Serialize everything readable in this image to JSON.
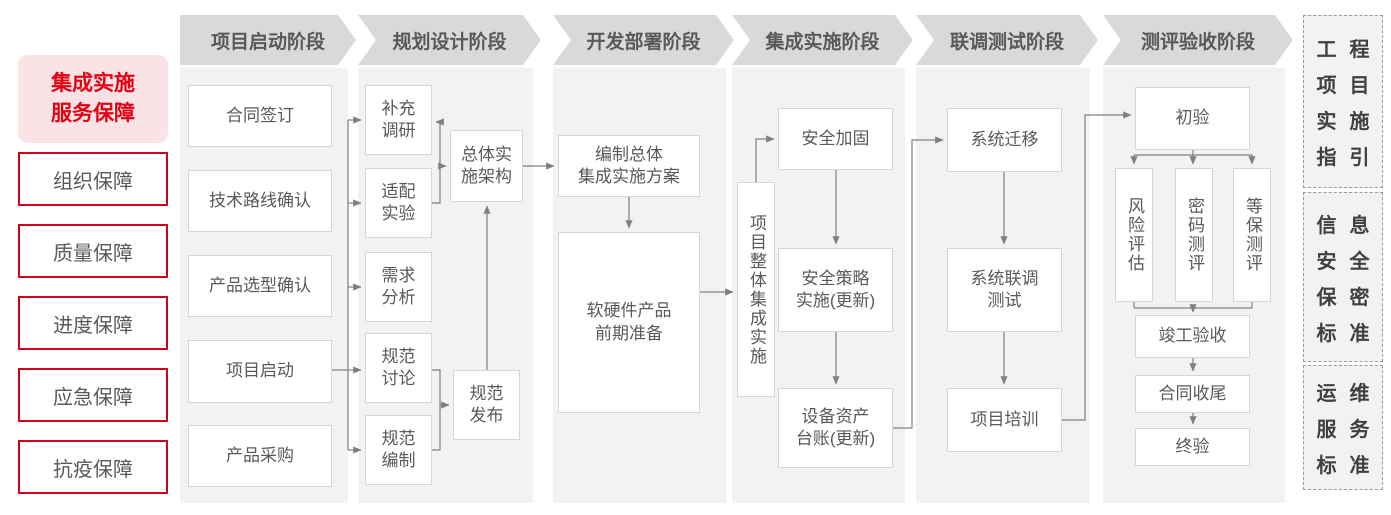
{
  "sidebar": {
    "title": "集成实施\n服务保障",
    "items": [
      "组织保障",
      "质量保障",
      "进度保障",
      "应急保障",
      "抗疫保障"
    ]
  },
  "phases": [
    {
      "label": "项目启动阶段",
      "boxes": [
        "合同签订",
        "技术路线确认",
        "产品选型确认",
        "项目启动",
        "产品采购"
      ]
    },
    {
      "label": "规划设计阶段",
      "boxes": [
        "补充\n调研",
        "适配\n实验",
        "需求\n分析",
        "规范\n讨论",
        "规范\n编制",
        "总体实\n施架构",
        "规范\n发布"
      ]
    },
    {
      "label": "开发部署阶段",
      "boxes": [
        "编制总体\n集成实施方案",
        "软硬件产品\n前期准备"
      ]
    },
    {
      "label": "集成实施阶段",
      "boxes": [
        "项目整体集成实施",
        "安全加固",
        "安全策略\n实施(更新)",
        "设备资产\n台账(更新)"
      ]
    },
    {
      "label": "联调测试阶段",
      "boxes": [
        "系统迁移",
        "系统联调\n测试",
        "项目培训"
      ]
    },
    {
      "label": "测评验收阶段",
      "boxes": [
        "初验",
        "风险评估",
        "密码测评",
        "等保测评",
        "竣工验收",
        "合同收尾",
        "终验"
      ]
    }
  ],
  "standards": [
    {
      "name": "工程项目实施指引",
      "rows": [
        "工程",
        "项目",
        "实施",
        "指引"
      ]
    },
    {
      "name": "信息安全保密标准",
      "rows": [
        "信息",
        "安全",
        "保密",
        "标准"
      ]
    },
    {
      "name": "运维服务标准",
      "rows": [
        "运维",
        "服务",
        "标准"
      ]
    }
  ],
  "colors": {
    "accent_red": "#e60012",
    "red_border": "#d0021b",
    "pink_bg": "#fae3e6",
    "header_bg": "#d9d9d9",
    "panel_bg": "#f2f2f2",
    "box_border": "#d6d6d6",
    "text_gray": "#595959",
    "line_gray": "#7f7f7f"
  }
}
